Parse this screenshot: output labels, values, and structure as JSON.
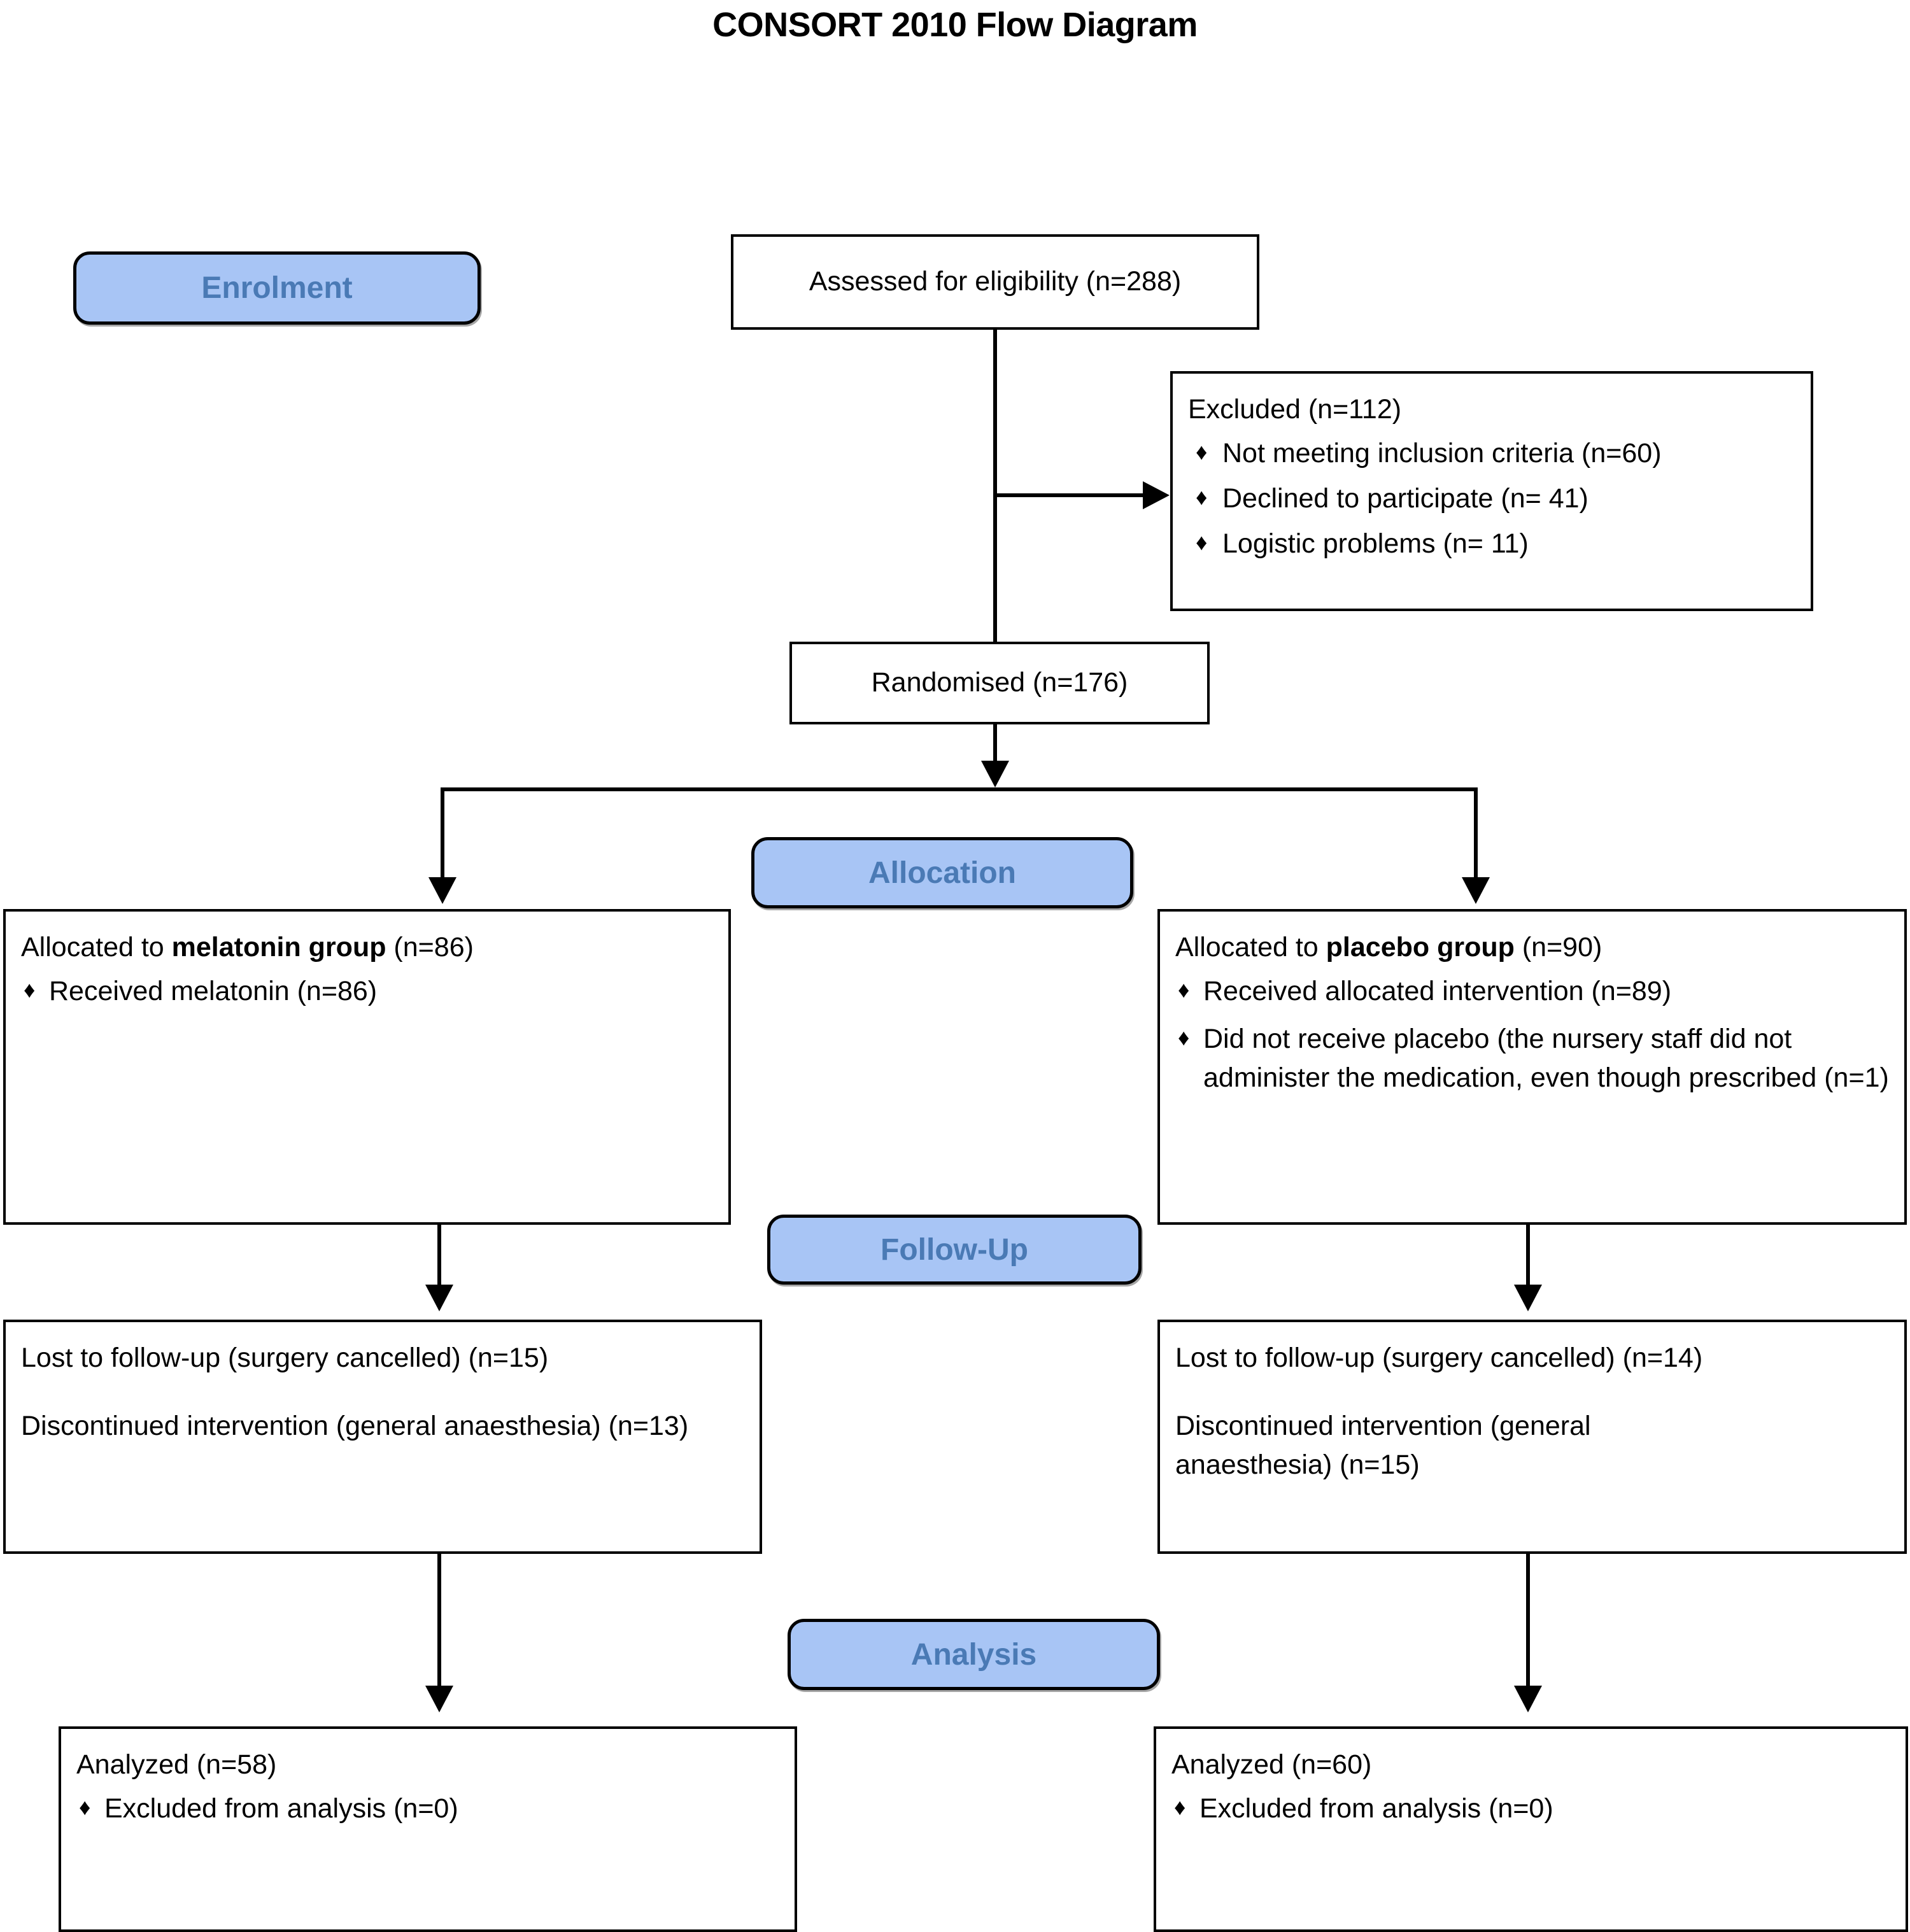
{
  "title": "CONSORT 2010 Flow Diagram",
  "phases": {
    "enrolment": "Enrolment",
    "allocation": "Allocation",
    "followup": "Follow-Up",
    "analysis": "Analysis"
  },
  "bullet_glyph": "♦",
  "colors": {
    "pill_fill": "#a8c5f5",
    "pill_text": "#4a7ab5",
    "line": "#000000",
    "box_fill": "#ffffff",
    "text": "#000000"
  },
  "nodes": {
    "assessed": {
      "text": "Assessed for eligibility (n=288)"
    },
    "excluded": {
      "heading": "Excluded (n=112)",
      "items": [
        "Not meeting inclusion criteria (n=60)",
        "Declined to participate (n= 41)",
        "Logistic problems (n= 11)"
      ]
    },
    "randomised": {
      "text": "Randomised (n=176)"
    },
    "alloc_left": {
      "heading_prefix": "Allocated to ",
      "heading_bold": "melatonin group",
      "heading_suffix": " (n=86)",
      "items": [
        "Received melatonin (n=86)"
      ]
    },
    "alloc_right": {
      "heading_prefix": "Allocated to ",
      "heading_bold": "placebo group",
      "heading_suffix": " (n=90)",
      "items": [
        "Received allocated intervention (n=89)",
        "Did not receive placebo (the nursery staff did not administer the medication, even though prescribed (n=1)"
      ]
    },
    "followup_left": {
      "line1": "Lost to follow-up (surgery cancelled) (n=15)",
      "line2": "Discontinued intervention (general anaesthesia) (n=13)"
    },
    "followup_right": {
      "line1": "Lost to follow-up (surgery cancelled) (n=14)",
      "line2": "Discontinued intervention (general anaesthesia) (n=15)"
    },
    "analysis_left": {
      "heading": "Analyzed (n=58)",
      "items": [
        "Excluded from analysis (n=0)"
      ]
    },
    "analysis_right": {
      "heading": "Analyzed (n=60)",
      "items": [
        "Excluded from analysis (n=0)"
      ]
    }
  },
  "chart_data": {
    "type": "diagram",
    "title": "CONSORT 2010 Flow Diagram",
    "flow": [
      {
        "stage": "Enrolment",
        "label": "Assessed for eligibility",
        "n": 288
      },
      {
        "stage": "Enrolment",
        "label": "Excluded",
        "n": 112,
        "breakdown": [
          {
            "reason": "Not meeting inclusion criteria",
            "n": 60
          },
          {
            "reason": "Declined to participate",
            "n": 41
          },
          {
            "reason": "Logistic problems",
            "n": 11
          }
        ]
      },
      {
        "stage": "Enrolment",
        "label": "Randomised",
        "n": 176
      },
      {
        "stage": "Allocation",
        "arm": "melatonin",
        "label": "Allocated to melatonin group",
        "n": 86,
        "breakdown": [
          {
            "reason": "Received melatonin",
            "n": 86
          }
        ]
      },
      {
        "stage": "Allocation",
        "arm": "placebo",
        "label": "Allocated to placebo group",
        "n": 90,
        "breakdown": [
          {
            "reason": "Received allocated intervention",
            "n": 89
          },
          {
            "reason": "Did not receive placebo (the nursery staff did not administer the medication, even though prescribed",
            "n": 1
          }
        ]
      },
      {
        "stage": "Follow-Up",
        "arm": "melatonin",
        "lost_to_followup_surgery_cancelled": 15,
        "discontinued_general_anaesthesia": 13
      },
      {
        "stage": "Follow-Up",
        "arm": "placebo",
        "lost_to_followup_surgery_cancelled": 14,
        "discontinued_general_anaesthesia": 15
      },
      {
        "stage": "Analysis",
        "arm": "melatonin",
        "analyzed": 58,
        "excluded_from_analysis": 0
      },
      {
        "stage": "Analysis",
        "arm": "placebo",
        "analyzed": 60,
        "excluded_from_analysis": 0
      }
    ]
  }
}
